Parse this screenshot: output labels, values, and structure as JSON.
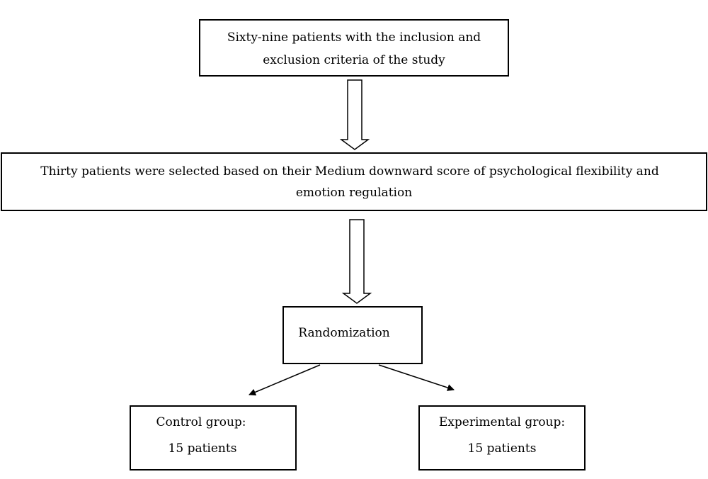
{
  "boxes": {
    "inclusion": {
      "line1": "Sixty-nine patients with the inclusion and",
      "line2": "exclusion criteria of the study"
    },
    "selection": {
      "line1": "Thirty patients were selected based on their Medium downward score of psychological flexibility and",
      "line2": "emotion regulation"
    },
    "randomization": {
      "line1": "Randomization"
    },
    "control": {
      "line1": "Control group:",
      "line2": "15 patients"
    },
    "experimental": {
      "line1": "Experimental group:",
      "line2": "15 patients"
    }
  }
}
